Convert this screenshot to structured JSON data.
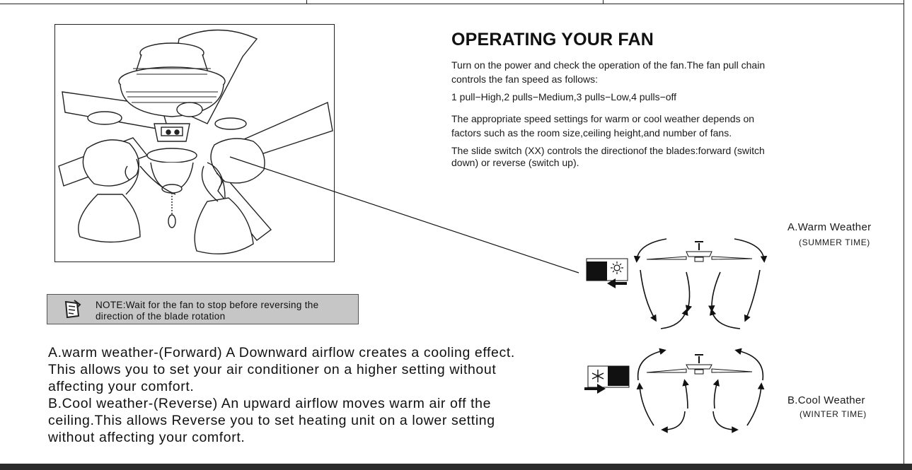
{
  "section": {
    "title": "OPERATING YOUR FAN",
    "para1": "Turn on the power and check the operation of the fan.The fan pull chain controls the fan speed as follows:",
    "para2": "1 pull−High,2 pulls−Medium,3 pulls−Low,4 pulls−off",
    "para3": "The appropriate speed settings for warm or cool weather depends on factors such as the room size,ceiling height,and number of fans.",
    "para4": "The slide switch (XX) controls the directionof the blades:forward (switch down) or reverse (switch up)."
  },
  "note": {
    "icon": "note-pad-icon",
    "text": "NOTE:Wait for the fan to stop before reversing the direction of the blade rotation"
  },
  "body": {
    "line1": "A.warm weather-(Forward) A Downward airflow creates a cooling effect.",
    "line2": "This allows you to set your air conditioner on a higher setting without",
    "line3": "affecting your comfort.",
    "line4": "B.Cool weather-(Reverse) An upward airflow moves warm air off the",
    "line5": "ceiling.This allows Reverse you to set heating unit on a lower setting",
    "line6": "without affecting your comfort."
  },
  "modes": {
    "warm": {
      "label": "A.Warm Weather",
      "sub": "(SUMMER TIME)",
      "icon": "sun-icon"
    },
    "cool": {
      "label": "B.Cool Weather",
      "sub": "(WINTER TIME)",
      "icon": "snowflake-icon"
    }
  },
  "colors": {
    "note_bg": "#c6c6c6",
    "frame": "#222222"
  }
}
